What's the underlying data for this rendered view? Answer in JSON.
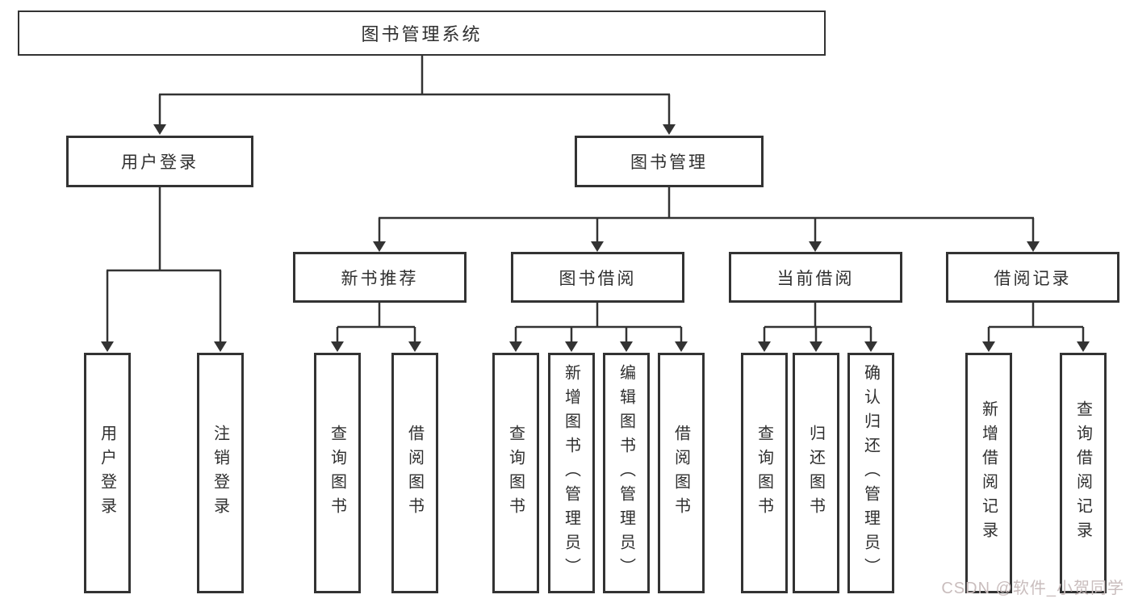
{
  "diagram": {
    "root": "图书管理系统",
    "branches": [
      {
        "label": "用户登录",
        "children": [
          "用户登录",
          "注销登录"
        ]
      },
      {
        "label": "图书管理",
        "groups": [
          {
            "label": "新书推荐",
            "children": [
              "查询图书",
              "借阅图书"
            ]
          },
          {
            "label": "图书借阅",
            "children": [
              "查询图书",
              "新增图书（管理员）",
              "编辑图书（管理员）",
              "借阅图书"
            ]
          },
          {
            "label": "当前借阅",
            "children": [
              "查询图书",
              "归还图书",
              "确认归还（管理员）"
            ]
          },
          {
            "label": "借阅记录",
            "children": [
              "新增借阅记录",
              "查询借阅记录"
            ]
          }
        ]
      }
    ]
  },
  "watermark": "CSDN @软件_小贺同学",
  "colors": {
    "line": "#333333",
    "text": "#2f2f2f",
    "background": "#ffffff",
    "watermark": "#c9bdbd"
  }
}
